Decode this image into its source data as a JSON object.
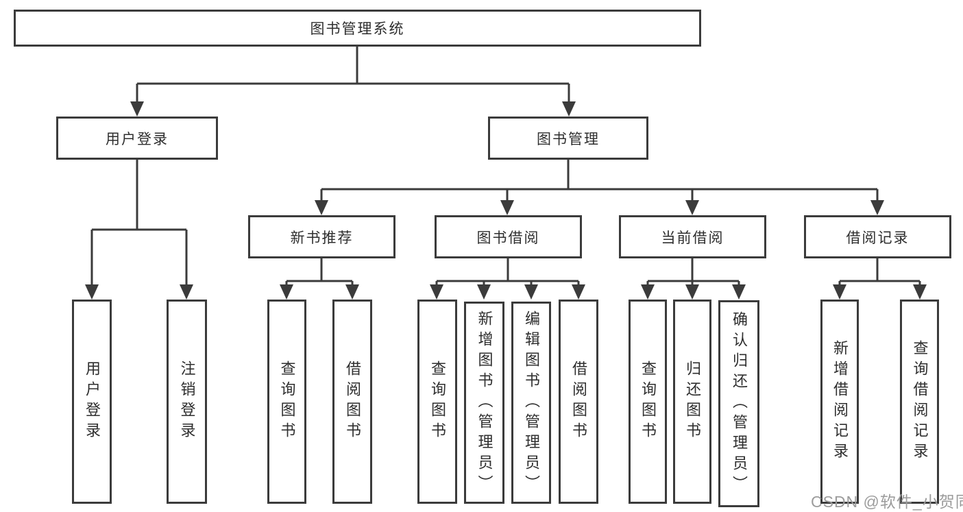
{
  "diagram": {
    "root": {
      "label": "图书管理系统"
    },
    "level1": [
      {
        "label": "用户登录"
      },
      {
        "label": "图书管理"
      }
    ],
    "level2": [
      {
        "label": "新书推荐",
        "parent": "图书管理"
      },
      {
        "label": "图书借阅",
        "parent": "图书管理"
      },
      {
        "label": "当前借阅",
        "parent": "图书管理"
      },
      {
        "label": "借阅记录",
        "parent": "图书管理"
      }
    ],
    "leaves": [
      {
        "label": "用户登录",
        "parent": "用户登录"
      },
      {
        "label": "注销登录",
        "parent": "用户登录"
      },
      {
        "label": "查询图书",
        "parent": "新书推荐"
      },
      {
        "label": "借阅图书",
        "parent": "新书推荐"
      },
      {
        "label": "查询图书",
        "parent": "图书借阅"
      },
      {
        "label": "新增图书（管理员）",
        "parent": "图书借阅"
      },
      {
        "label": "编辑图书（管理员）",
        "parent": "图书借阅"
      },
      {
        "label": "借阅图书",
        "parent": "图书借阅"
      },
      {
        "label": "查询图书",
        "parent": "当前借阅"
      },
      {
        "label": "归还图书",
        "parent": "当前借阅"
      },
      {
        "label": "确认归还（管理员）",
        "parent": "当前借阅"
      },
      {
        "label": "新增借阅记录",
        "parent": "借阅记录"
      },
      {
        "label": "查询借阅记录",
        "parent": "借阅记录"
      }
    ],
    "watermark": "CSDN @软件_小贺同学",
    "colors": {
      "line": "#3b3b3b",
      "text": "#2e2e2e",
      "watermark": "#9c9c9c",
      "background": "#ffffff"
    }
  }
}
